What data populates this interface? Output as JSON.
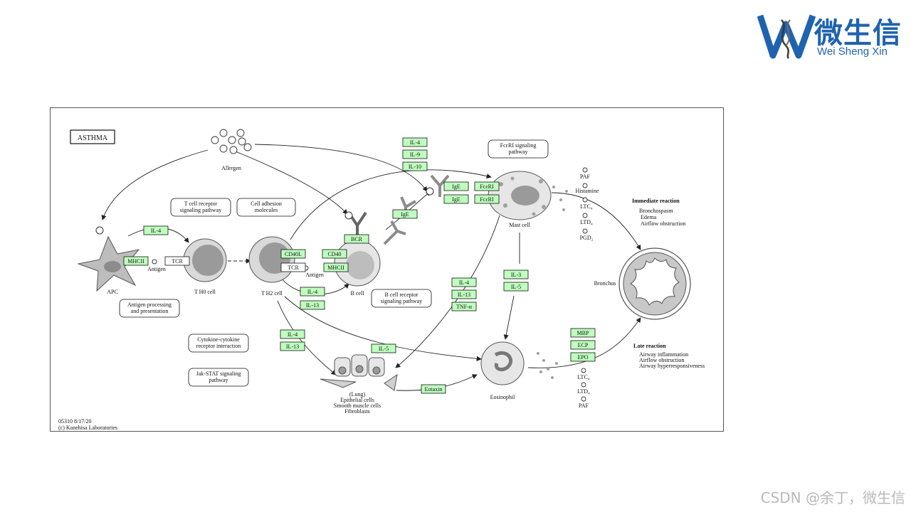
{
  "brand": {
    "name_zh": "微生信",
    "name_en": "Wei Sheng Xin",
    "color": "#1f63b0"
  },
  "watermark": "CSDN @余丁，微生信",
  "diagram": {
    "title": "ASTHMA",
    "footer": {
      "id": "05310 8/17/20",
      "copyright": "(c) Kanehisa Laboratories"
    },
    "cells": {
      "apc": "APC",
      "th0": "T H0 cell",
      "th2": "T H2 cell",
      "bcell": "B cell",
      "mast": "Mast cell",
      "eosinophil": "Eosinophil",
      "bronchus": "Bronchus",
      "allergen": "Allergen",
      "antigen1": "Antigen",
      "antigen2": "Antigen",
      "lung1": "(Lung)",
      "lung2": "Epithelial cells",
      "lung3": "Smooth muscle cells",
      "lung4": "Fibroblasts"
    },
    "pathways": {
      "tcr": [
        "T cell receptor",
        "signaling pathway"
      ],
      "adhesion": [
        "Cell adhesion",
        "molecules"
      ],
      "bcr": [
        "B cell receptor",
        "signaling pathway"
      ],
      "fceri": [
        "FcεRI signaling",
        "pathway"
      ],
      "antigen": [
        "Antigen processing",
        "and presentation"
      ],
      "cytokine": [
        "Cytokine-cytokine",
        "receptor interaction"
      ],
      "jakstat": [
        "Jak-STAT signaling",
        "pathway"
      ]
    },
    "genes": {
      "il4_apc": "IL-4",
      "mhcii_apc": "MHCII",
      "tcr_th0": "TCR",
      "cd40l": "CD40L",
      "cd40": "CD40",
      "tcr_th2": "TCR",
      "mhcii_b": "MHCII",
      "bcr": "BCR",
      "il4_b": "IL-4",
      "il13_b": "IL-13",
      "il4_top": "IL-4",
      "il9_top": "IL-9",
      "il10_top": "IL-10",
      "ige_free": "IgE",
      "ige1": "IgE",
      "ige2": "IgE",
      "fceri1": "FcεRI",
      "fceri2": "FcεRI",
      "il4_mid": "IL-4",
      "il13_mid": "IL-13",
      "tnfa": "TNF-α",
      "il3": "IL-3",
      "il5_mast": "IL-5",
      "il4_low": "IL-4",
      "il13_low": "IL-13",
      "il5_low": "IL-5",
      "eotaxin": "Eotaxin",
      "mbp": "MBP",
      "ecp": "ECP",
      "epo": "EPO"
    },
    "mediators": {
      "mast": [
        "PAF",
        "Histamine",
        "LTC₄",
        "LTD₄",
        "PGD₂"
      ],
      "eos": [
        "LTC₄",
        "LTD₄",
        "PAF"
      ]
    },
    "reactions": {
      "immediate_title": "Immediate reaction",
      "immediate_items": [
        "Bronchospasm",
        "Edema",
        "Airflow obstruction"
      ],
      "late_title": "Late reaction",
      "late_items": [
        "Airway inflammation",
        "Airflow obstruction",
        "Airway hyperresponsiveness"
      ]
    }
  }
}
